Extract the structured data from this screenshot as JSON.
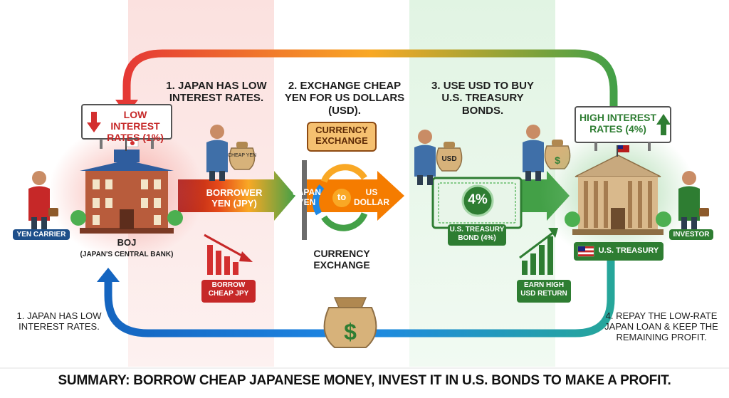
{
  "steps": {
    "step1_top": "1. JAPAN HAS LOW INTEREST RATES.",
    "step2": "2. EXCHANGE CHEAP YEN FOR US DOLLARS (USD).",
    "step3": "3. USE USD TO BUY U.S. TREASURY BONDS.",
    "step1_bottom": "1. JAPAN HAS LOW INTEREST RATES.",
    "step4": "4. REPAY THE LOW-RATE JAPAN LOAN & KEEP THE REMAINING PROFIT."
  },
  "japan": {
    "rate_sign": "LOW INTEREST RATES (1%)",
    "bank_name": "BOJ",
    "bank_sub": "(JAPAN'S CENTRAL BANK)",
    "carrier": "YEN CARRIER",
    "bag_label": "CHEAP YEN",
    "arrow_label": "BORROWER YEN (JPY)",
    "chart_caption": "BORROW CHEAP JPY"
  },
  "exchange": {
    "top_sign": "CURRENCY EXCHANGE",
    "from": "JAPAN YEN",
    "to_word": "to",
    "to": "US DOLLAR",
    "bottom_label": "CURRENCY EXCHANGE"
  },
  "us": {
    "rate_sign": "High Interest Rates (4%)",
    "bag_usd": "USD",
    "bond_rate": "4%",
    "bond_label": "U.S. TREASURY BOND (4%)",
    "return_label": "EARN HIGH USD RETURN",
    "treasury": "U.S. TREASURY",
    "investor": "INVESTOR"
  },
  "summary": "SUMMARY: BORROW CHEAP JAPANESE MONEY, INVEST IT IN U.S. BONDS TO MAKE A PROFIT.",
  "colors": {
    "japan_red": "#c62828",
    "us_green": "#2e7d32",
    "flow_blue": "#1e88e5",
    "exchange_orange": "#ef6c00"
  }
}
